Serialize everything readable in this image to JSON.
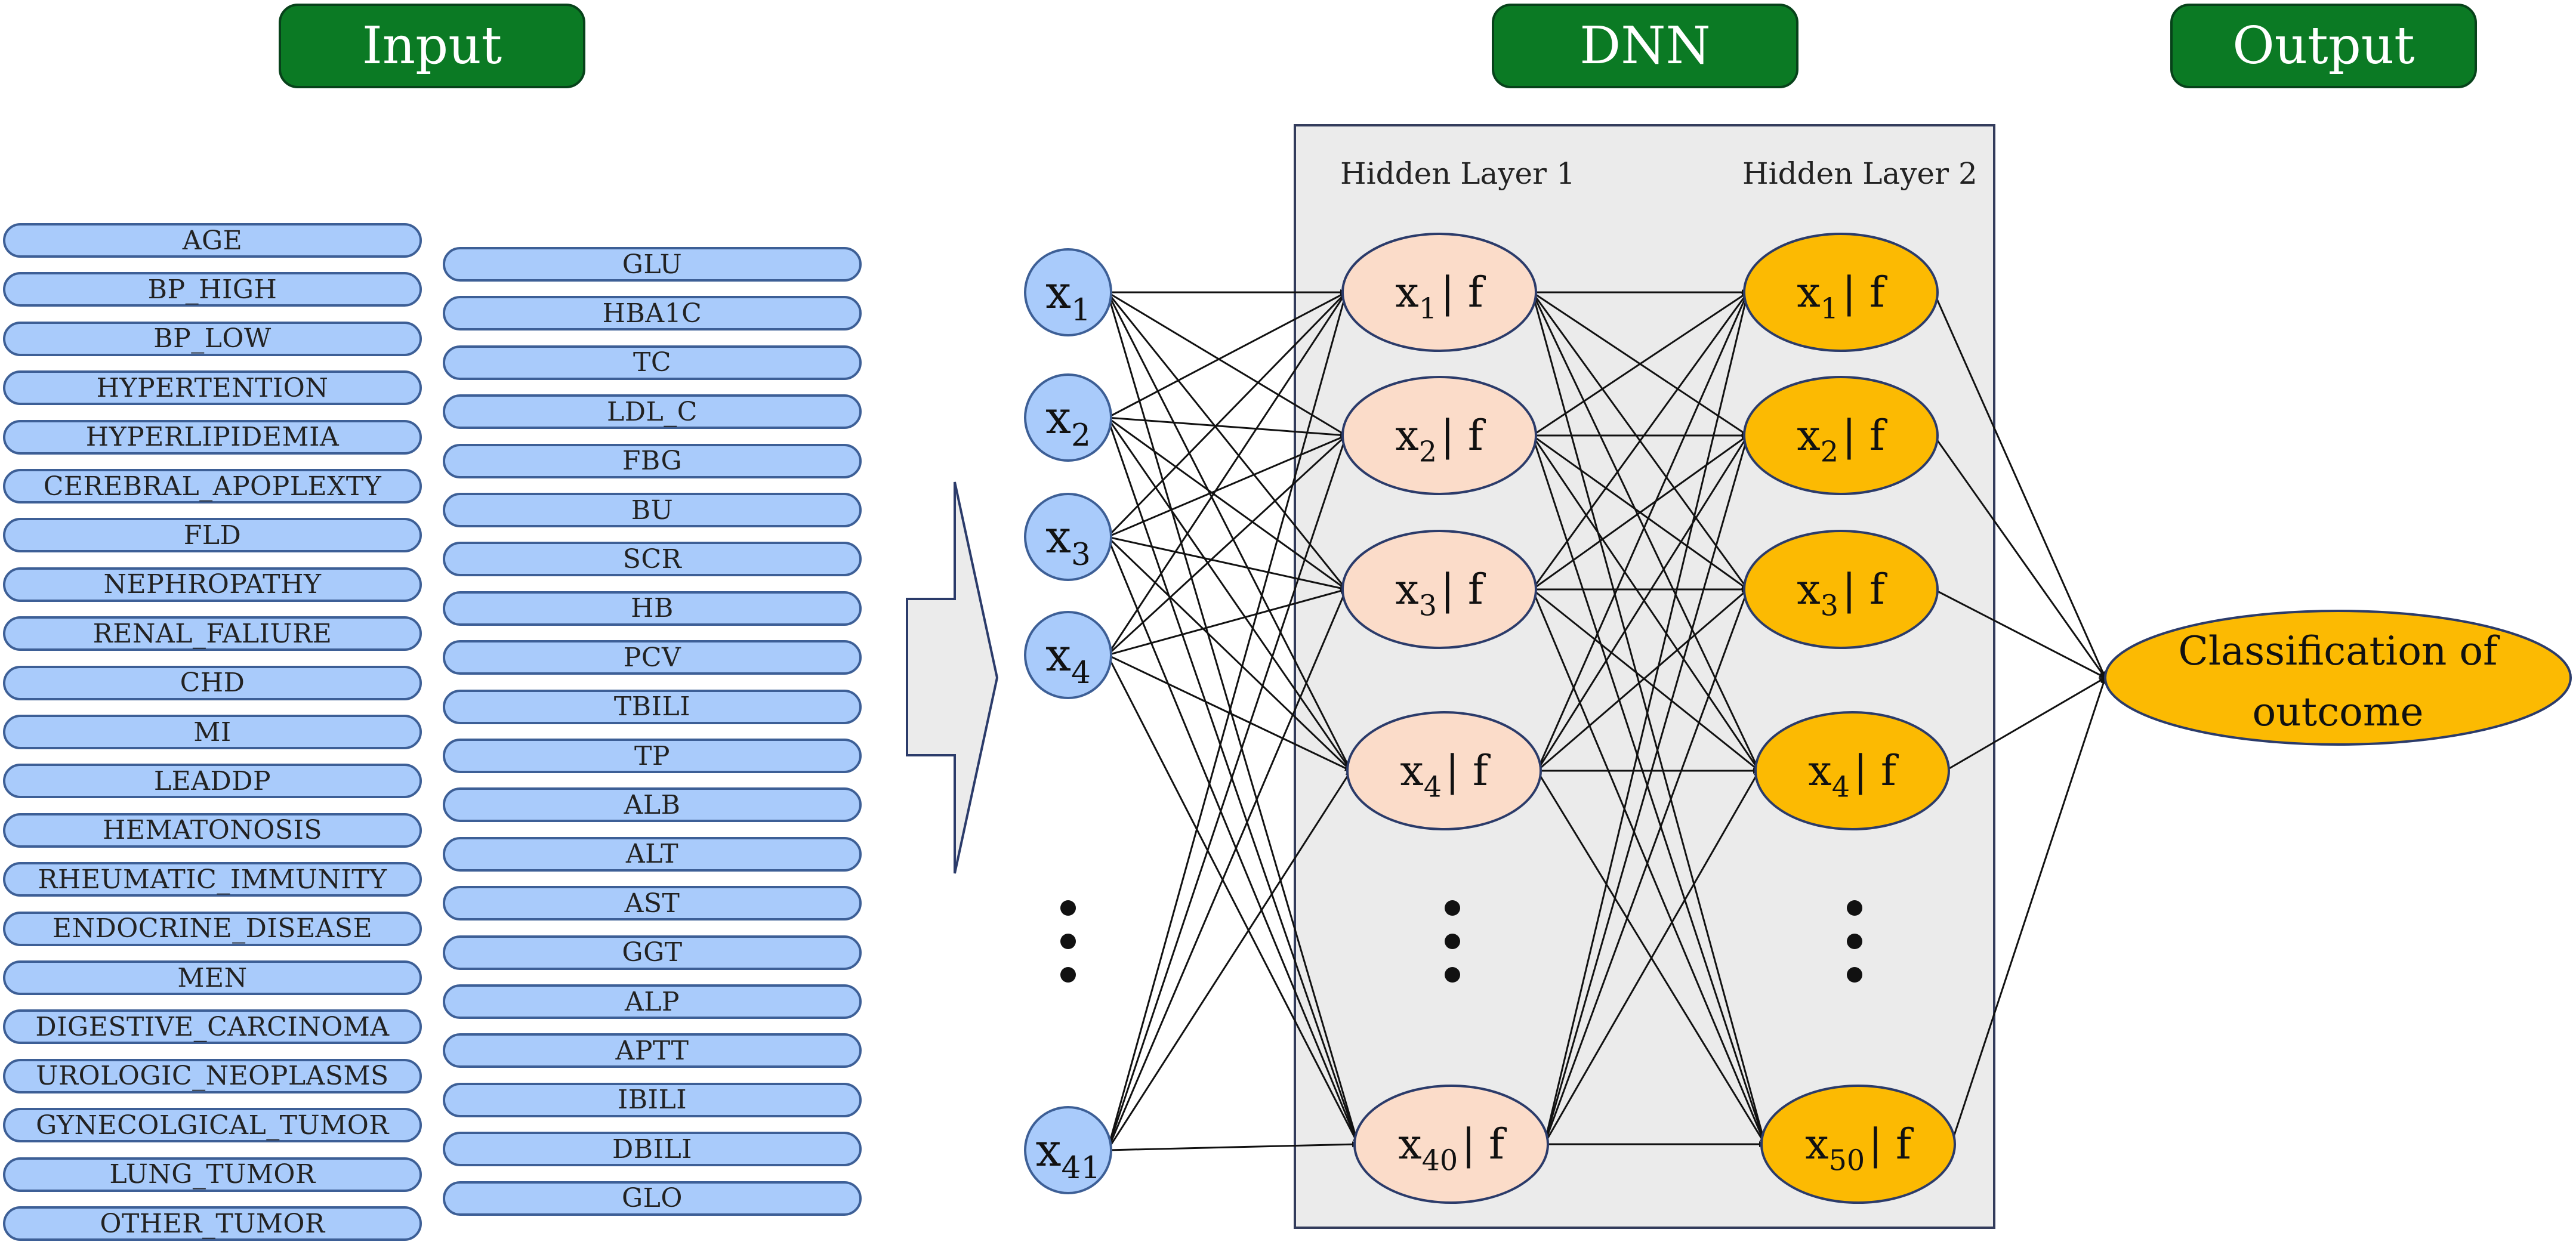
{
  "headers": {
    "input": "Input",
    "dnn": "DNN",
    "output": "Output"
  },
  "input_features_col1": [
    "AGE",
    "BP_HIGH",
    "BP_LOW",
    "HYPERTENTION",
    "HYPERLIPIDEMIA",
    "CEREBRAL_APOPLEXTY",
    "FLD",
    "NEPHROPATHY",
    "RENAL_FALIURE",
    "CHD",
    "MI",
    "LEADDP",
    "HEMATONOSIS",
    "RHEUMATIC_IMMUNITY",
    "ENDOCRINE_DISEASE",
    "MEN",
    "DIGESTIVE_CARCINOMA",
    "UROLOGIC_NEOPLASMS",
    "GYNECOLGICAL_TUMOR",
    "LUNG_TUMOR",
    "OTHER_TUMOR"
  ],
  "input_features_col2": [
    "GLU",
    "HBA1C",
    "TC",
    "LDL_C",
    "FBG",
    "BU",
    "SCR",
    "HB",
    "PCV",
    "TBILI",
    "TP",
    "ALB",
    "ALT",
    "AST",
    "GGT",
    "ALP",
    "APTT",
    "IBILI",
    "DBILI",
    "GLO"
  ],
  "layer_labels": {
    "hidden1": "Hidden Layer 1",
    "hidden2": "Hidden Layer 2"
  },
  "input_nodes": [
    {
      "base": "x",
      "sub": "1"
    },
    {
      "base": "x",
      "sub": "2"
    },
    {
      "base": "x",
      "sub": "3"
    },
    {
      "base": "x",
      "sub": "4"
    },
    {
      "base": "x",
      "sub": "41"
    }
  ],
  "hidden1_nodes": [
    {
      "base": "x",
      "sub": "1",
      "suffix": "| f"
    },
    {
      "base": "x",
      "sub": "2",
      "suffix": "| f"
    },
    {
      "base": "x",
      "sub": "3",
      "suffix": "| f"
    },
    {
      "base": "x",
      "sub": "4",
      "suffix": "| f"
    },
    {
      "base": "x",
      "sub": "40",
      "suffix": "| f"
    }
  ],
  "hidden2_nodes": [
    {
      "base": "x",
      "sub": "1",
      "suffix": "| f"
    },
    {
      "base": "x",
      "sub": "2",
      "suffix": "| f"
    },
    {
      "base": "x",
      "sub": "3",
      "suffix": "| f"
    },
    {
      "base": "x",
      "sub": "4",
      "suffix": "| f"
    },
    {
      "base": "x",
      "sub": "50",
      "suffix": "| f"
    }
  ],
  "output_node": {
    "line1": "Classification of",
    "line2": "outcome"
  },
  "colors": {
    "header_fill": "#0b7a24",
    "pill_fill": "#a9cbfb",
    "input_node_fill": "#a9cbfb",
    "hidden1_fill": "#fbdcc9",
    "hidden2_fill": "#fcba02",
    "output_fill": "#fcba02",
    "dnn_box_fill": "#ebebeb"
  }
}
